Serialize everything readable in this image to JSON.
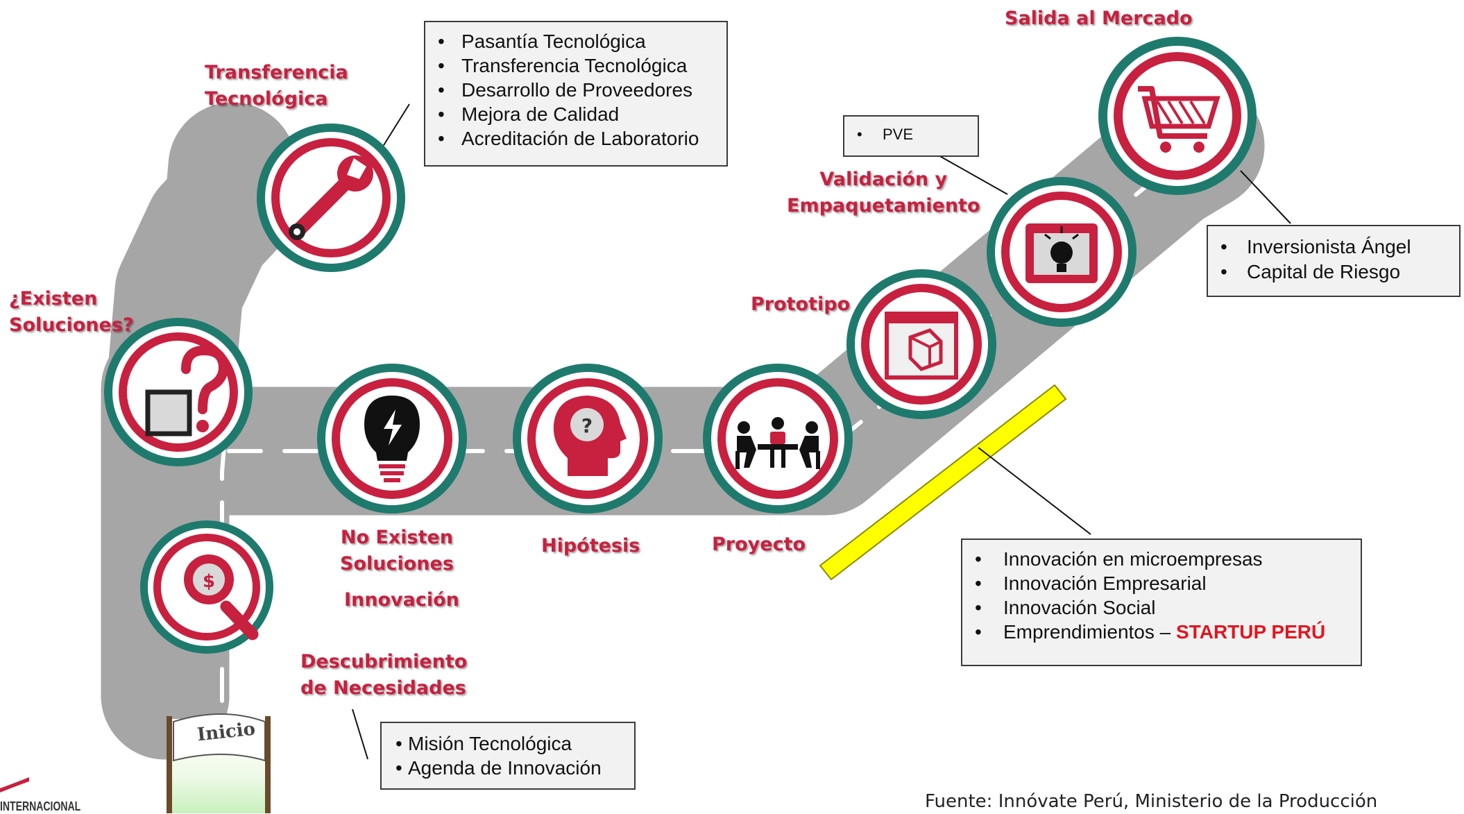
{
  "stages": {
    "start": "Inicio",
    "discovery": "Descubrimiento\nde Necesidades",
    "existing_solutions": "¿Existen\nSoluciones?",
    "tech_transfer": "Transferencia\nTecnológica",
    "no_solutions": "No Existen\nSoluciones",
    "innovation": "Innovación",
    "hypothesis": "Hipótesis",
    "project": "Proyecto",
    "prototype": "Prototipo",
    "validation": "Validación y\nEmpaquetamiento",
    "market": "Salida al Mercado"
  },
  "boxes": {
    "tech_transfer": [
      "Pasantía Tecnológica",
      "Transferencia Tecnológica",
      "Desarrollo de Proveedores",
      "Mejora de Calidad",
      "Acreditación de Laboratorio"
    ],
    "pve": [
      "PVE"
    ],
    "investors": [
      "Inversionista Ángel",
      "Capital de Riesgo"
    ],
    "innovation_programs": [
      "Innovación en microempresas",
      "Innovación Empresarial",
      "Innovación Social"
    ],
    "startup_item_prefix": "Emprendimientos – ",
    "startup_item_highlight": "STARTUP PERÚ",
    "discovery_programs": [
      "Misión Tecnológica",
      "Agenda de Innovación"
    ]
  },
  "source": "Fuente: Innóvate Perú, Ministerio de la Producción",
  "logo_text": "INTERNACIONAL",
  "colors": {
    "road": "#a6a6a6",
    "road_marking": "#ffffff",
    "circle_outer": "#1f7a6e",
    "circle_ring": "#c8203f",
    "circle_fill": "#ffffff",
    "label": "#c8203f",
    "highlight_bar": "#ffff00",
    "startup": "#e1161f"
  },
  "icons": {
    "discovery": "magnifier-dollar-icon",
    "existing_solutions": "square-question-icon",
    "tech_transfer": "wrench-icon",
    "no_solutions": "lightbulb-icon",
    "hypothesis": "head-question-icon",
    "project": "team-meeting-icon",
    "prototype": "prototype-cube-icon",
    "validation": "package-idea-icon",
    "market": "shopping-cart-icon"
  }
}
